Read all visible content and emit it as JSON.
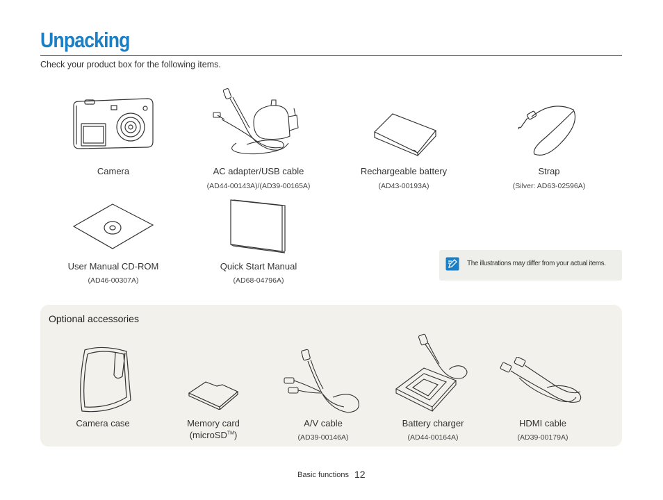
{
  "page": {
    "title": "Unpacking",
    "subtitle": "Check your product box for the following items."
  },
  "items": [
    {
      "label": "Camera",
      "code": ""
    },
    {
      "label": "AC adapter/USB cable",
      "code": "(AD44-00143A)/(AD39-00165A)"
    },
    {
      "label": "Rechargeable battery",
      "code": "(AD43-00193A)"
    },
    {
      "label": "Strap",
      "code": "(Silver: AD63-02596A)"
    },
    {
      "label": "User Manual CD-ROM",
      "code": "(AD46-00307A)"
    },
    {
      "label": "Quick Start Manual",
      "code": "(AD68-04796A)"
    }
  ],
  "note": {
    "text": "The illustrations may differ from your actual items.",
    "icon": "note-pencil-icon"
  },
  "optional": {
    "title": "Optional accessories",
    "items": [
      {
        "label": "Camera case",
        "code": ""
      },
      {
        "label": "Memory card",
        "label2": "(microSD",
        "sup": "TM",
        "label2_end": ")",
        "code": ""
      },
      {
        "label": "A/V cable",
        "code": "(AD39-00146A)"
      },
      {
        "label": "Battery charger",
        "code": "(AD44-00164A)"
      },
      {
        "label": "HDMI cable",
        "code": "(AD39-00179A)"
      }
    ]
  },
  "footer": {
    "section": "Basic functions",
    "page_number": "12"
  },
  "colors": {
    "title": "#1a7fc4",
    "note_bg": "#eeeeea",
    "optional_bg": "#f2f1ec"
  }
}
